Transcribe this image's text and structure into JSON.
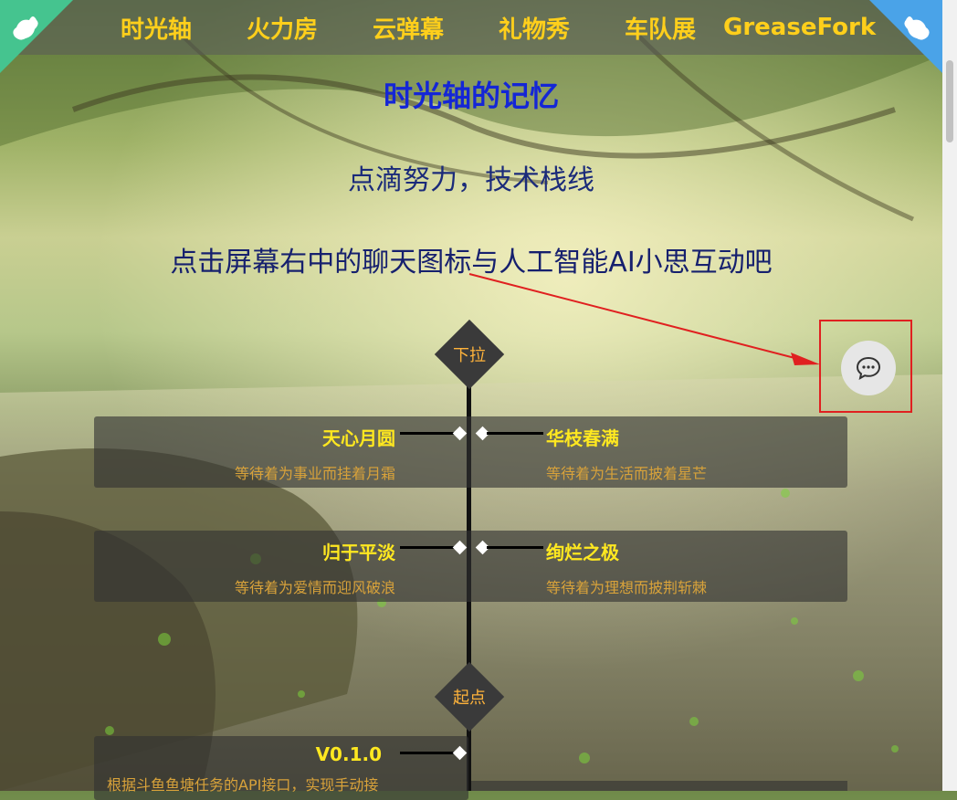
{
  "nav": {
    "items": [
      "时光轴",
      "火力房",
      "云弹幕",
      "礼物秀",
      "车队展",
      "GreaseFork"
    ]
  },
  "header": {
    "title": "时光轴的记忆",
    "subtitle": "点滴努力，技术栈线",
    "hint": "点击屏幕右中的聊天图标与人工智能AI小思互动吧"
  },
  "timeline": {
    "marker_top": "下拉",
    "marker_origin": "起点",
    "rows": [
      {
        "left": {
          "title": "天心月圆",
          "desc": "等待着为事业而挂着月霜"
        },
        "right": {
          "title": "华枝春满",
          "desc": "等待着为生活而披着星芒"
        }
      },
      {
        "left": {
          "title": "归于平淡",
          "desc": "等待着为爱情而迎风破浪"
        },
        "right": {
          "title": "绚烂之极",
          "desc": "等待着为理想而披荆斩棘"
        }
      }
    ],
    "version": {
      "title": "V0.1.0",
      "desc": "根据斗鱼鱼塘任务的API接口，实现手动接"
    }
  },
  "colors": {
    "nav_text": "#ffcf1b",
    "title": "#1426d6",
    "item_title": "#ffe820",
    "item_desc": "#d8a23a",
    "marker_text": "#ffb33b",
    "corner_left": "#45c48f",
    "corner_right": "#4aa3e8"
  },
  "icons": {
    "corner_left": "github-corner-icon",
    "corner_right": "github-corner-icon",
    "chat": "chat-bubble-icon"
  }
}
